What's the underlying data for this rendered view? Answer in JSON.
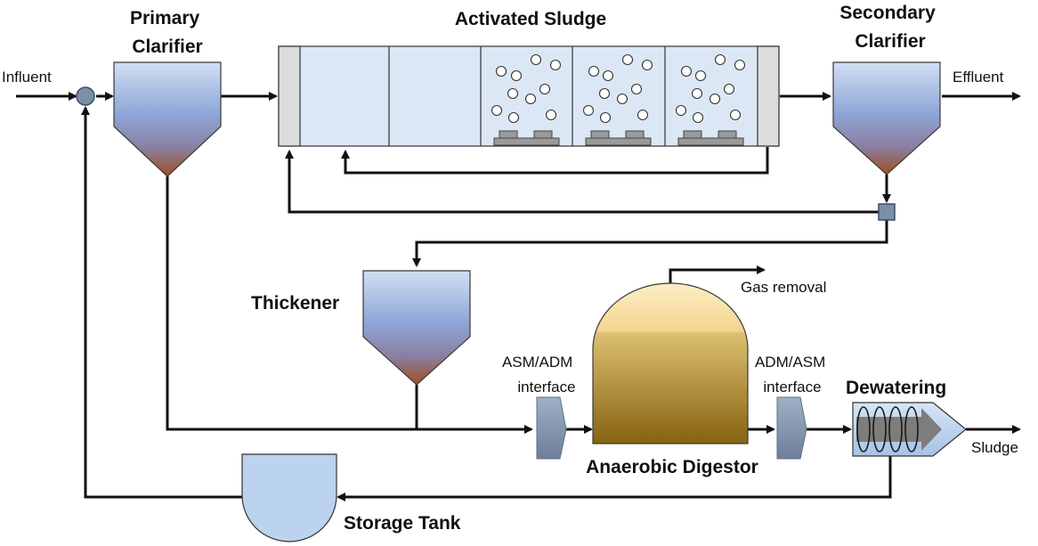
{
  "labels": {
    "influent": "Influent",
    "primary_clarifier": [
      "Primary",
      "Clarifier"
    ],
    "activated_sludge": "Activated Sludge",
    "secondary_clarifier": [
      "Secondary",
      "Clarifier"
    ],
    "effluent": "Effluent",
    "thickener": "Thickener",
    "gas_removal": "Gas removal",
    "asm_adm_interface": [
      "ASM/ADM",
      "interface"
    ],
    "adm_asm_interface": [
      "ADM/ASM",
      "interface"
    ],
    "dewatering": "Dewatering",
    "sludge": "Sludge",
    "anaerobic_digestor": "Anaerobic Digestor",
    "storage_tank": "Storage Tank"
  },
  "colors": {
    "tank_top": "#c8d8f2",
    "tank_mid": "#8ea6d8",
    "tank_bottom": "#9c5230",
    "activated_sludge_fill": "#dbe7f5",
    "digestor_top": "#fbe8b6",
    "digestor_bottom": "#8a6512",
    "interface_block": "#7f93ac",
    "storage_tank": "#bcd3ef",
    "line": "#111111"
  }
}
